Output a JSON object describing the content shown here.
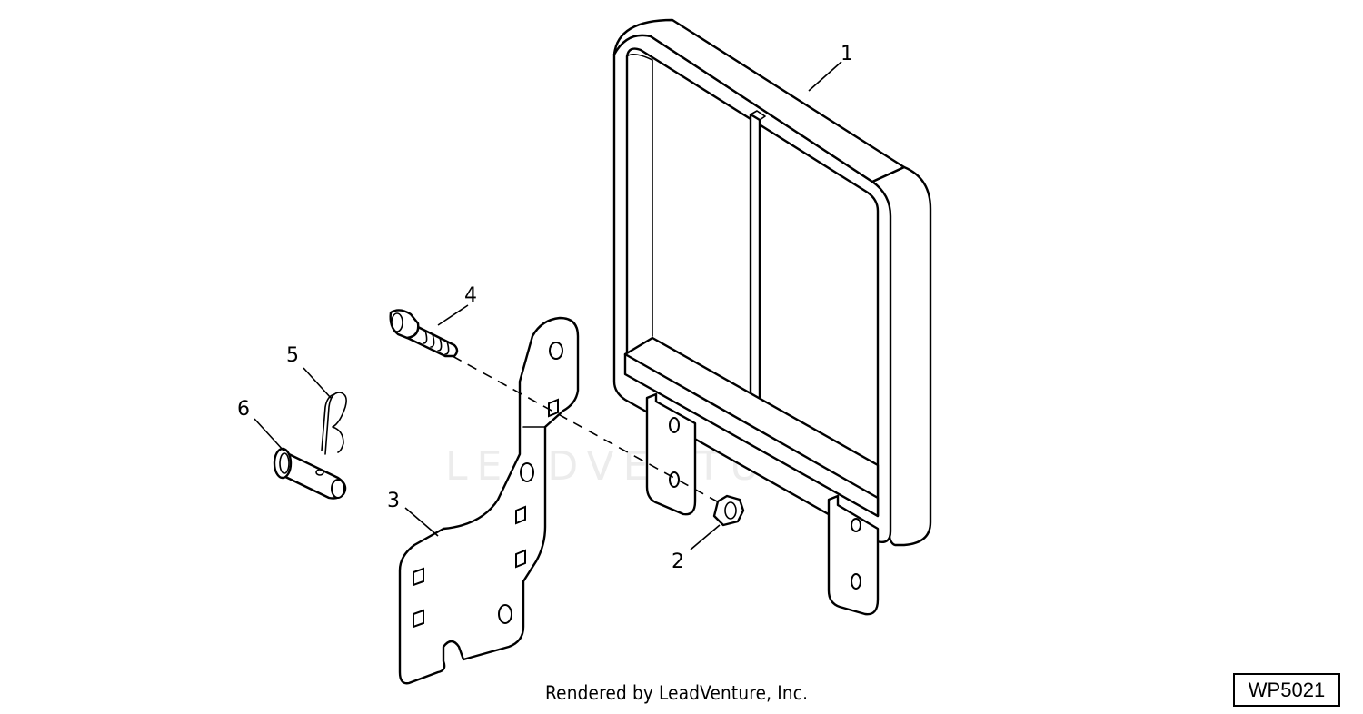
{
  "watermark": {
    "brand": "LEADVENTURE"
  },
  "callouts": [
    {
      "id": "1",
      "label": "1"
    },
    {
      "id": "2",
      "label": "2"
    },
    {
      "id": "3",
      "label": "3"
    },
    {
      "id": "4",
      "label": "4"
    },
    {
      "id": "5",
      "label": "5"
    },
    {
      "id": "6",
      "label": "6"
    }
  ],
  "footer": {
    "credit": "Rendered by LeadVenture, Inc.",
    "figure_id": "WP5021"
  }
}
